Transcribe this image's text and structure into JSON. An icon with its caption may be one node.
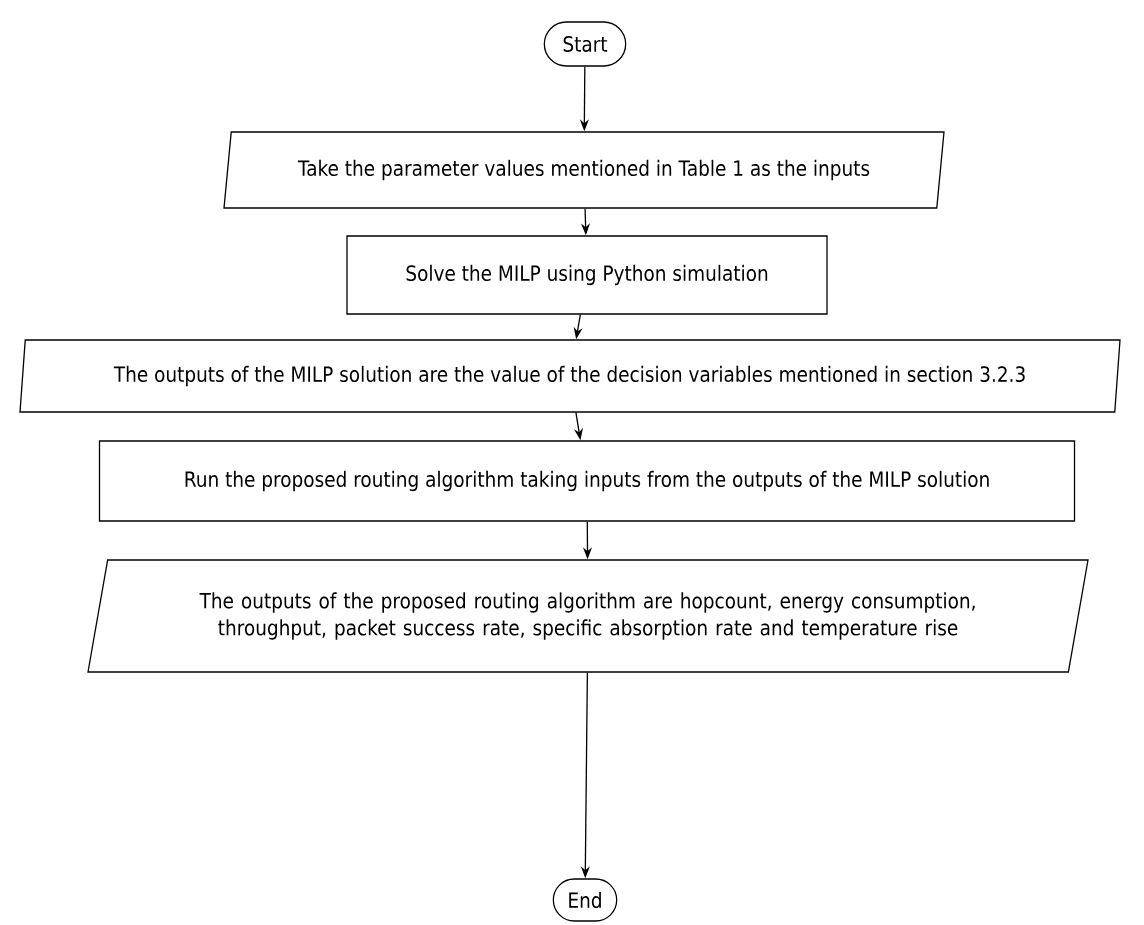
{
  "diagram": {
    "nodes": [
      {
        "text": [
          "Start"
        ]
      },
      {
        "text": [
          "Take the parameter values mentioned in Table 1 as the inputs"
        ]
      },
      {
        "text": [
          "Solve the MILP using Python simulation"
        ]
      },
      {
        "text": [
          "The outputs of the MILP solution are the value of the decision variables mentioned in section 3.2.3"
        ]
      },
      {
        "text": [
          "Run the proposed routing algorithm taking inputs from the outputs of the MILP solution"
        ]
      },
      {
        "text": [
          "The outputs of the proposed routing algorithm are hopcount, energy consumption, throughput, packet success rate, specific absorption rate and temperature rise"
        ]
      },
      {
        "text": [
          "End"
        ]
      }
    ],
    "edges": [
      {
        "from": 0,
        "to": 1,
        "arrow": "to"
      },
      {
        "from": 1,
        "to": 2,
        "arrow": "to"
      },
      {
        "from": 2,
        "to": 3,
        "arrow": "to"
      },
      {
        "from": 3,
        "to": 4,
        "arrow": "to"
      },
      {
        "from": 4,
        "to": 5,
        "arrow": "to"
      },
      {
        "from": 5,
        "to": 6,
        "arrow": "to"
      }
    ]
  }
}
